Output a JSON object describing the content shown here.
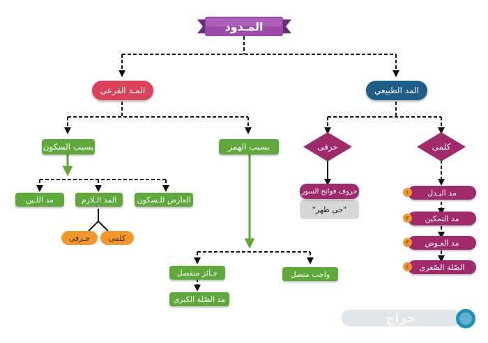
{
  "title": "المـدود",
  "level1": {
    "tabiei": "المد الطبيعي",
    "farai": "المـد الفرعى"
  },
  "tabiei_branches": {
    "kalimi": "كلمى",
    "harfi": "حرفى"
  },
  "farai_branches": {
    "hamz": "بسبب الهمز",
    "sukun": "بسبب السكون"
  },
  "harfi_box": {
    "label": "حروف فواتح السور",
    "example": "\"حى طهر\""
  },
  "kalimi_items": [
    {
      "num": "١",
      "label": "مد البـدل"
    },
    {
      "num": "٢",
      "label": "مد التمكين"
    },
    {
      "num": "٣",
      "label": "مد العـوض"
    },
    {
      "num": "٤",
      "label": "الصّلة الصّغرى"
    }
  ],
  "sukun_items": {
    "lin": "مد اللـين",
    "lazim": "المد الـلازم",
    "arid": "العارض للـسكون"
  },
  "lazim_branches": {
    "kalimi": "كلمى",
    "harfi": "حـرفى"
  },
  "hamz_items": {
    "wajib": "واجب متصل",
    "jaiz": "جـائز منفصل",
    "sila_kubra": "مد الصّلة الكبرى"
  },
  "watermark": "حراج",
  "colors": {
    "green": "#5fa83a",
    "red": "#d9425a",
    "blue": "#1d5f8a",
    "purple": "#a02a6b",
    "orange": "#f2962b",
    "banner": "#8e3d9a"
  }
}
